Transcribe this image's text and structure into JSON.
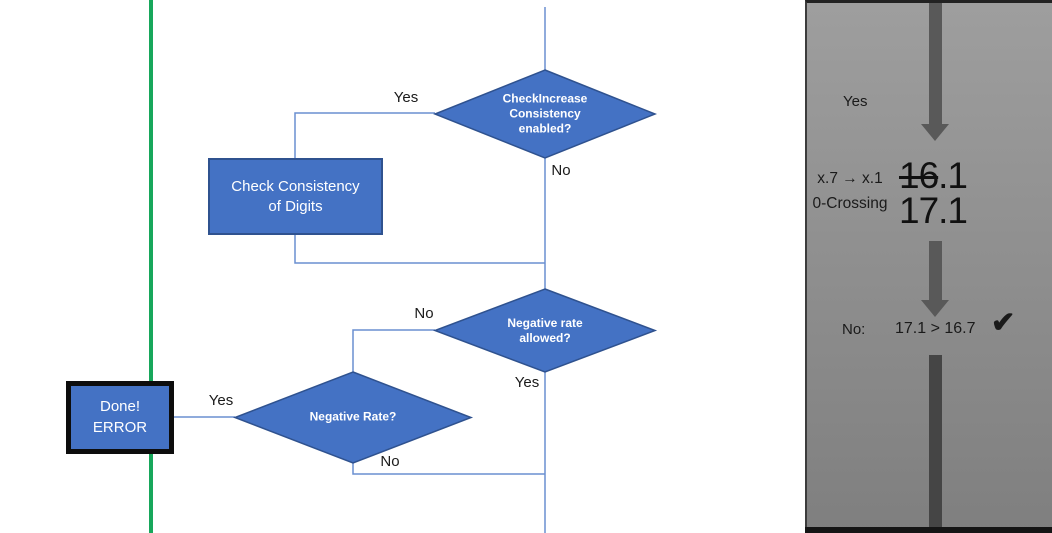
{
  "flowchart": {
    "decision1": {
      "label": "CheckIncrease Consistency enabled?",
      "yes_label": "Yes",
      "no_label": "No"
    },
    "process1": {
      "label": "Check Consistency of Digits"
    },
    "decision2": {
      "label": "Negative rate allowed?",
      "no_label": "No",
      "yes_label": "Yes"
    },
    "decision3": {
      "label": "Negative Rate?",
      "yes_label": "Yes",
      "no_label": "No"
    },
    "terminal": {
      "line1": "Done!",
      "line2": "ERROR"
    }
  },
  "panel": {
    "yes_label": "Yes",
    "rule_line1": "x.7 → x.1",
    "rule_line2": "0-Crossing",
    "old_struck": "16",
    "old_rest": ".1",
    "new_value": "17.1",
    "no_label": "No:",
    "comparison": "17.1 > 16.7",
    "checkmark": "✔"
  },
  "colors": {
    "accent_blue": "#4472C4",
    "shape_border": "#2F528F",
    "connector": "#6A8FD0",
    "green_line": "#17A75B",
    "arrow_gray": "#595959",
    "arrow_dark": "#454545",
    "panel_gray_top": "#9E9E9E",
    "panel_gray_bottom": "#7F7F7F",
    "text_black": "#1a1a1a"
  }
}
